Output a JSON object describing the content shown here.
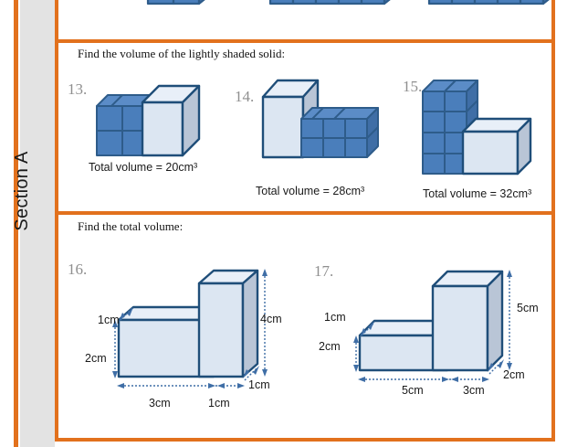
{
  "sidebar": {
    "section_label": "Section A"
  },
  "colors": {
    "frame_orange": "#e2711d",
    "cube_front": "#4a7ebb",
    "cube_top": "#5b8cc7",
    "cube_side": "#3f6ea6",
    "cube_outline": "#2e5c8a",
    "light_front": "#dce6f2",
    "light_top": "#e8eff8",
    "light_side": "#b9c5d6",
    "light_outline": "#1f4e79",
    "number_grey": "#8f8f8f",
    "rail_grey": "#e3e3e3",
    "dim_blue": "#3f6ea6"
  },
  "sections": [
    {
      "id": "section-top-partial",
      "prompt": "",
      "questions": [
        {
          "number": "",
          "caption": "",
          "shape": "clipped-cubes-a"
        },
        {
          "number": "",
          "caption": "",
          "shape": "clipped-cubes-b"
        },
        {
          "number": "",
          "caption": "",
          "shape": "clipped-cubes-c"
        }
      ]
    },
    {
      "id": "section-lightly-shaded",
      "prompt": "Find the volume of the lightly shaded solid:",
      "questions": [
        {
          "number": "13.",
          "caption": "Total volume = 20cm³",
          "shape": "cubes-left-light-right"
        },
        {
          "number": "14.",
          "caption": "Total volume = 28cm³",
          "shape": "light-left-cubes-right"
        },
        {
          "number": "15.",
          "caption": "Total volume = 32cm³",
          "shape": "cube-column-light-base"
        }
      ]
    },
    {
      "id": "section-total-volume",
      "prompt": "Find the total volume:",
      "questions": [
        {
          "number": "16.",
          "caption": "",
          "shape": "step-prism",
          "dimensions": {
            "depth_top": "1cm",
            "height_low": "2cm",
            "height_high": "4cm",
            "width_low": "3cm",
            "width_high": "1cm",
            "depth_front": "1cm"
          }
        },
        {
          "number": "17.",
          "caption": "",
          "shape": "step-prism",
          "dimensions": {
            "depth_top": "1cm",
            "height_low": "2cm",
            "height_high": "5cm",
            "width_low": "5cm",
            "width_high": "3cm",
            "depth_front": "2cm"
          }
        }
      ]
    }
  ]
}
